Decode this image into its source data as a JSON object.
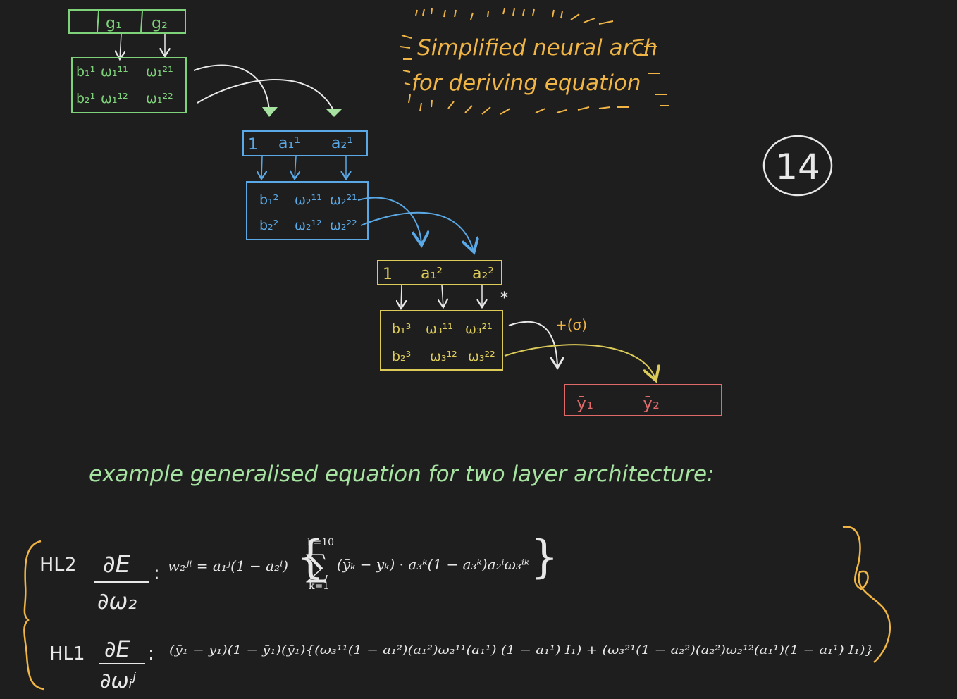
{
  "colors": {
    "background": "#1e1e1e",
    "green": "#7ed27a",
    "blue": "#5aa9e6",
    "yellow": "#dccb58",
    "red": "#e06a6a",
    "orange": "#f0b545",
    "white": "#e8e8e8",
    "lightgreen": "#a6e3a1",
    "accent_red": "#ff6b5b",
    "accent_green": "#5fd05f",
    "accent_blue": "#4ea1ff"
  },
  "title_note": {
    "line1": "Simplified neural arch",
    "line2": "for deriving equation"
  },
  "page_number": "14",
  "layers": {
    "input": {
      "cells": [
        "g₁",
        "g₂"
      ]
    },
    "weights1": {
      "rows": [
        [
          "b₁¹",
          "ω₁¹¹",
          "ω₁²¹"
        ],
        [
          "b₂¹",
          "ω₁¹²",
          "ω₁²²"
        ]
      ]
    },
    "activations1": {
      "cells": [
        "1",
        "a₁¹",
        "a₂¹"
      ]
    },
    "weights2": {
      "rows": [
        [
          "b₁²",
          "ω₂¹¹",
          "ω₂²¹"
        ],
        [
          "b₂²",
          "ω₂¹²",
          "ω₂²²"
        ]
      ]
    },
    "activations2": {
      "cells": [
        "1",
        "a₁²",
        "a₂²"
      ]
    },
    "weights3": {
      "rows": [
        [
          "b₁³",
          "ω₃¹¹",
          "ω₃²¹"
        ],
        [
          "b₂³",
          "ω₃¹²",
          "ω₃²²"
        ]
      ]
    },
    "outputs": {
      "cells": [
        "ȳ₁",
        "ȳ₂"
      ]
    }
  },
  "annotations": {
    "star": "*",
    "sigma_note": "+(σ)"
  },
  "heading": "example generalised equation for two layer architecture:",
  "hl2": {
    "label": "HL2",
    "deriv_top": "∂E",
    "deriv_bottom": "∂ω₂",
    "colon": ":",
    "lhs": "w₂ʲⁱ = a₁ʲ(1 − a₂ⁱ)",
    "sum_top": "k=10",
    "sum_bottom": "k=1",
    "sum_symbol": "∑",
    "sum_body": "(ȳₖ − yₖ) · a₃ᵏ(1 − a₃ᵏ)a₂ⁱω₃ⁱᵏ"
  },
  "hl1": {
    "label": "HL1",
    "deriv_top": "∂E",
    "deriv_bottom": "∂ωᵢʲ",
    "colon": ":",
    "expr": "(ȳ₁ − y₁)(1 − ȳ₁)(ȳ₁){(ω₃¹¹(1 − a₁²)(a₁²)ω₂¹¹(a₁¹) (1 − a₁¹) I₁) + (ω₃²¹(1 − a₂²)(a₂²)ω₂¹²(a₁¹)(1 − a₁¹) I₁)}"
  }
}
